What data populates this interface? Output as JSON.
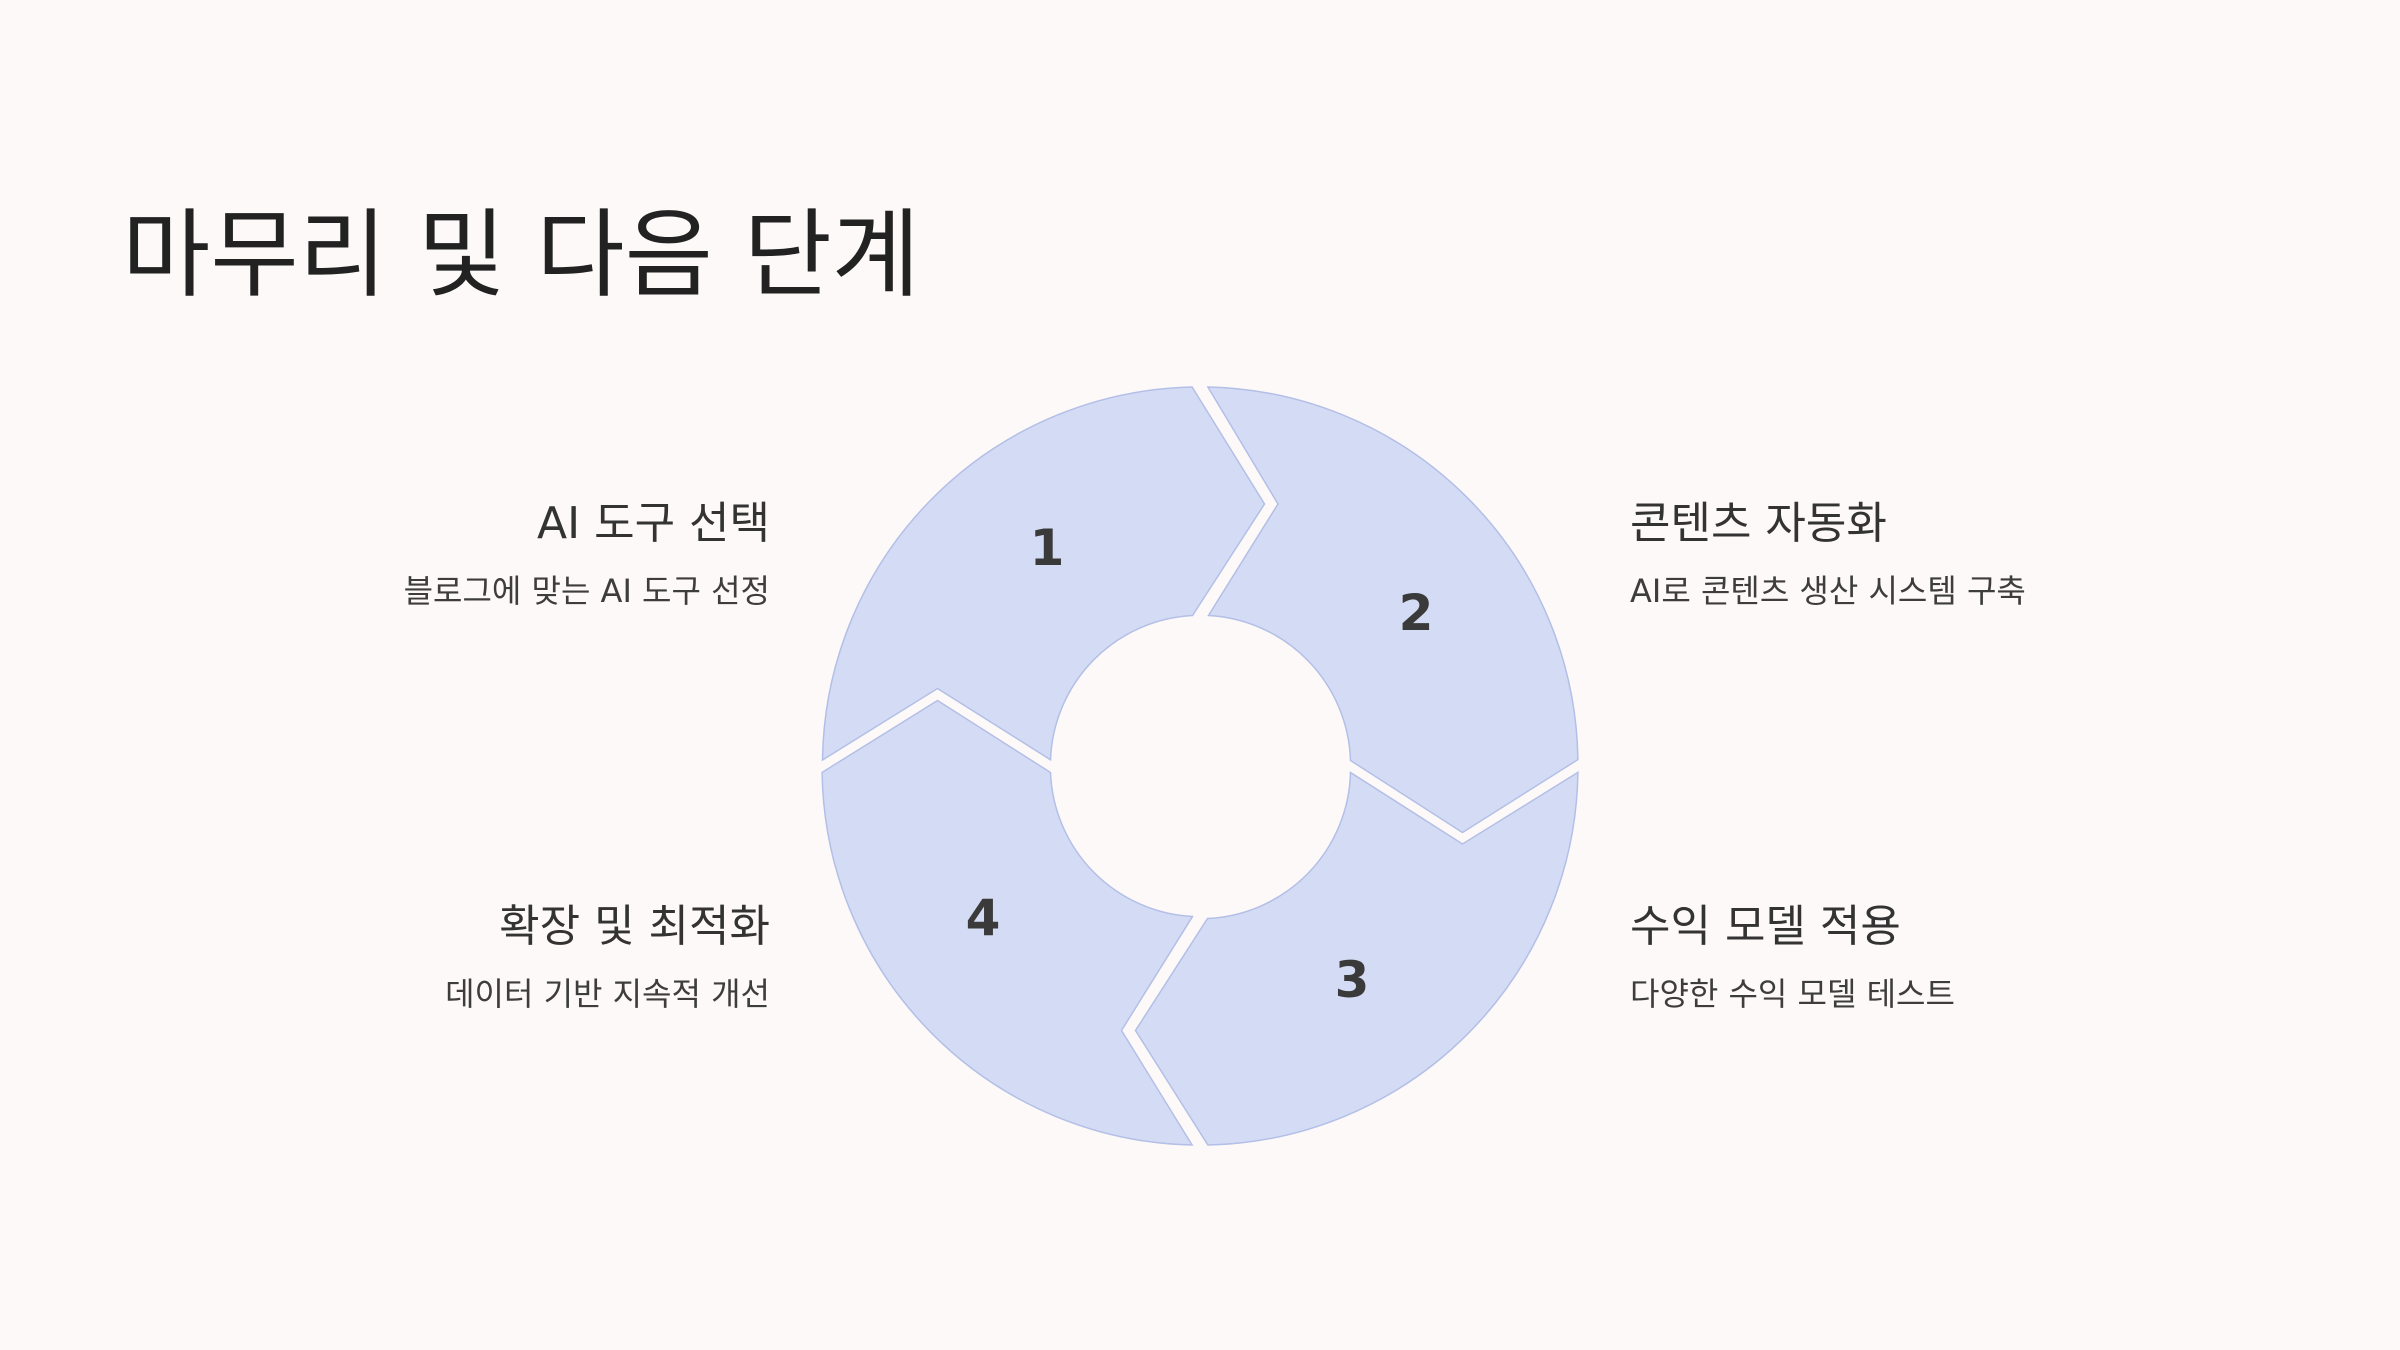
{
  "title": "마무리 및 다음 단계",
  "colors": {
    "background": "#fdf9f8",
    "segment_fill": "#d4dcf5",
    "segment_stroke": "#b3bfe6",
    "text": "#333333"
  },
  "cycle": {
    "segments": [
      {
        "number": "1"
      },
      {
        "number": "2"
      },
      {
        "number": "3"
      },
      {
        "number": "4"
      }
    ]
  },
  "steps": [
    {
      "title": "AI 도구 선택",
      "description": "블로그에 맞는 AI 도구 선정"
    },
    {
      "title": "콘텐츠 자동화",
      "description": "AI로 콘텐츠 생산 시스템 구축"
    },
    {
      "title": "수익 모델 적용",
      "description": "다양한 수익 모델 테스트"
    },
    {
      "title": "확장 및 최적화",
      "description": "데이터 기반 지속적 개선"
    }
  ]
}
